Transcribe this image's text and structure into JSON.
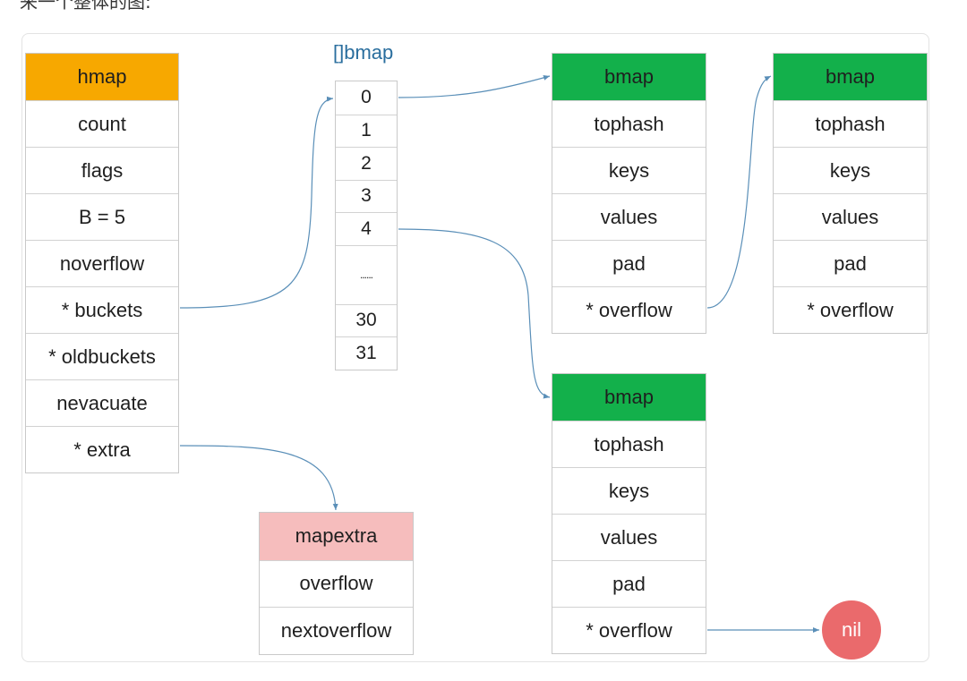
{
  "caption": "来一个整体的图:",
  "hmap": {
    "title": "hmap",
    "fields": [
      "count",
      "flags",
      "B = 5",
      "noverflow",
      "* buckets",
      "* oldbuckets",
      "nevacuate",
      "* extra"
    ]
  },
  "bucket_array": {
    "title": "[]bmap",
    "indices": [
      "0",
      "1",
      "2",
      "3",
      "4",
      "......",
      "30",
      "31"
    ]
  },
  "bmaps": [
    {
      "title": "bmap",
      "fields": [
        "tophash",
        "keys",
        "values",
        "pad",
        "* overflow"
      ]
    },
    {
      "title": "bmap",
      "fields": [
        "tophash",
        "keys",
        "values",
        "pad",
        "* overflow"
      ]
    },
    {
      "title": "bmap",
      "fields": [
        "tophash",
        "keys",
        "values",
        "pad",
        "* overflow"
      ]
    }
  ],
  "mapextra": {
    "title": "mapextra",
    "fields": [
      "overflow",
      "nextoverflow"
    ]
  },
  "nil_label": "nil",
  "colors": {
    "hmap_header": "#f7a800",
    "bmap_header": "#13b04b",
    "mapextra_header": "#f6bdbd",
    "nil_fill": "#ea6a6c",
    "arrow": "#5a8fb8",
    "array_title": "#2a6e9e"
  }
}
